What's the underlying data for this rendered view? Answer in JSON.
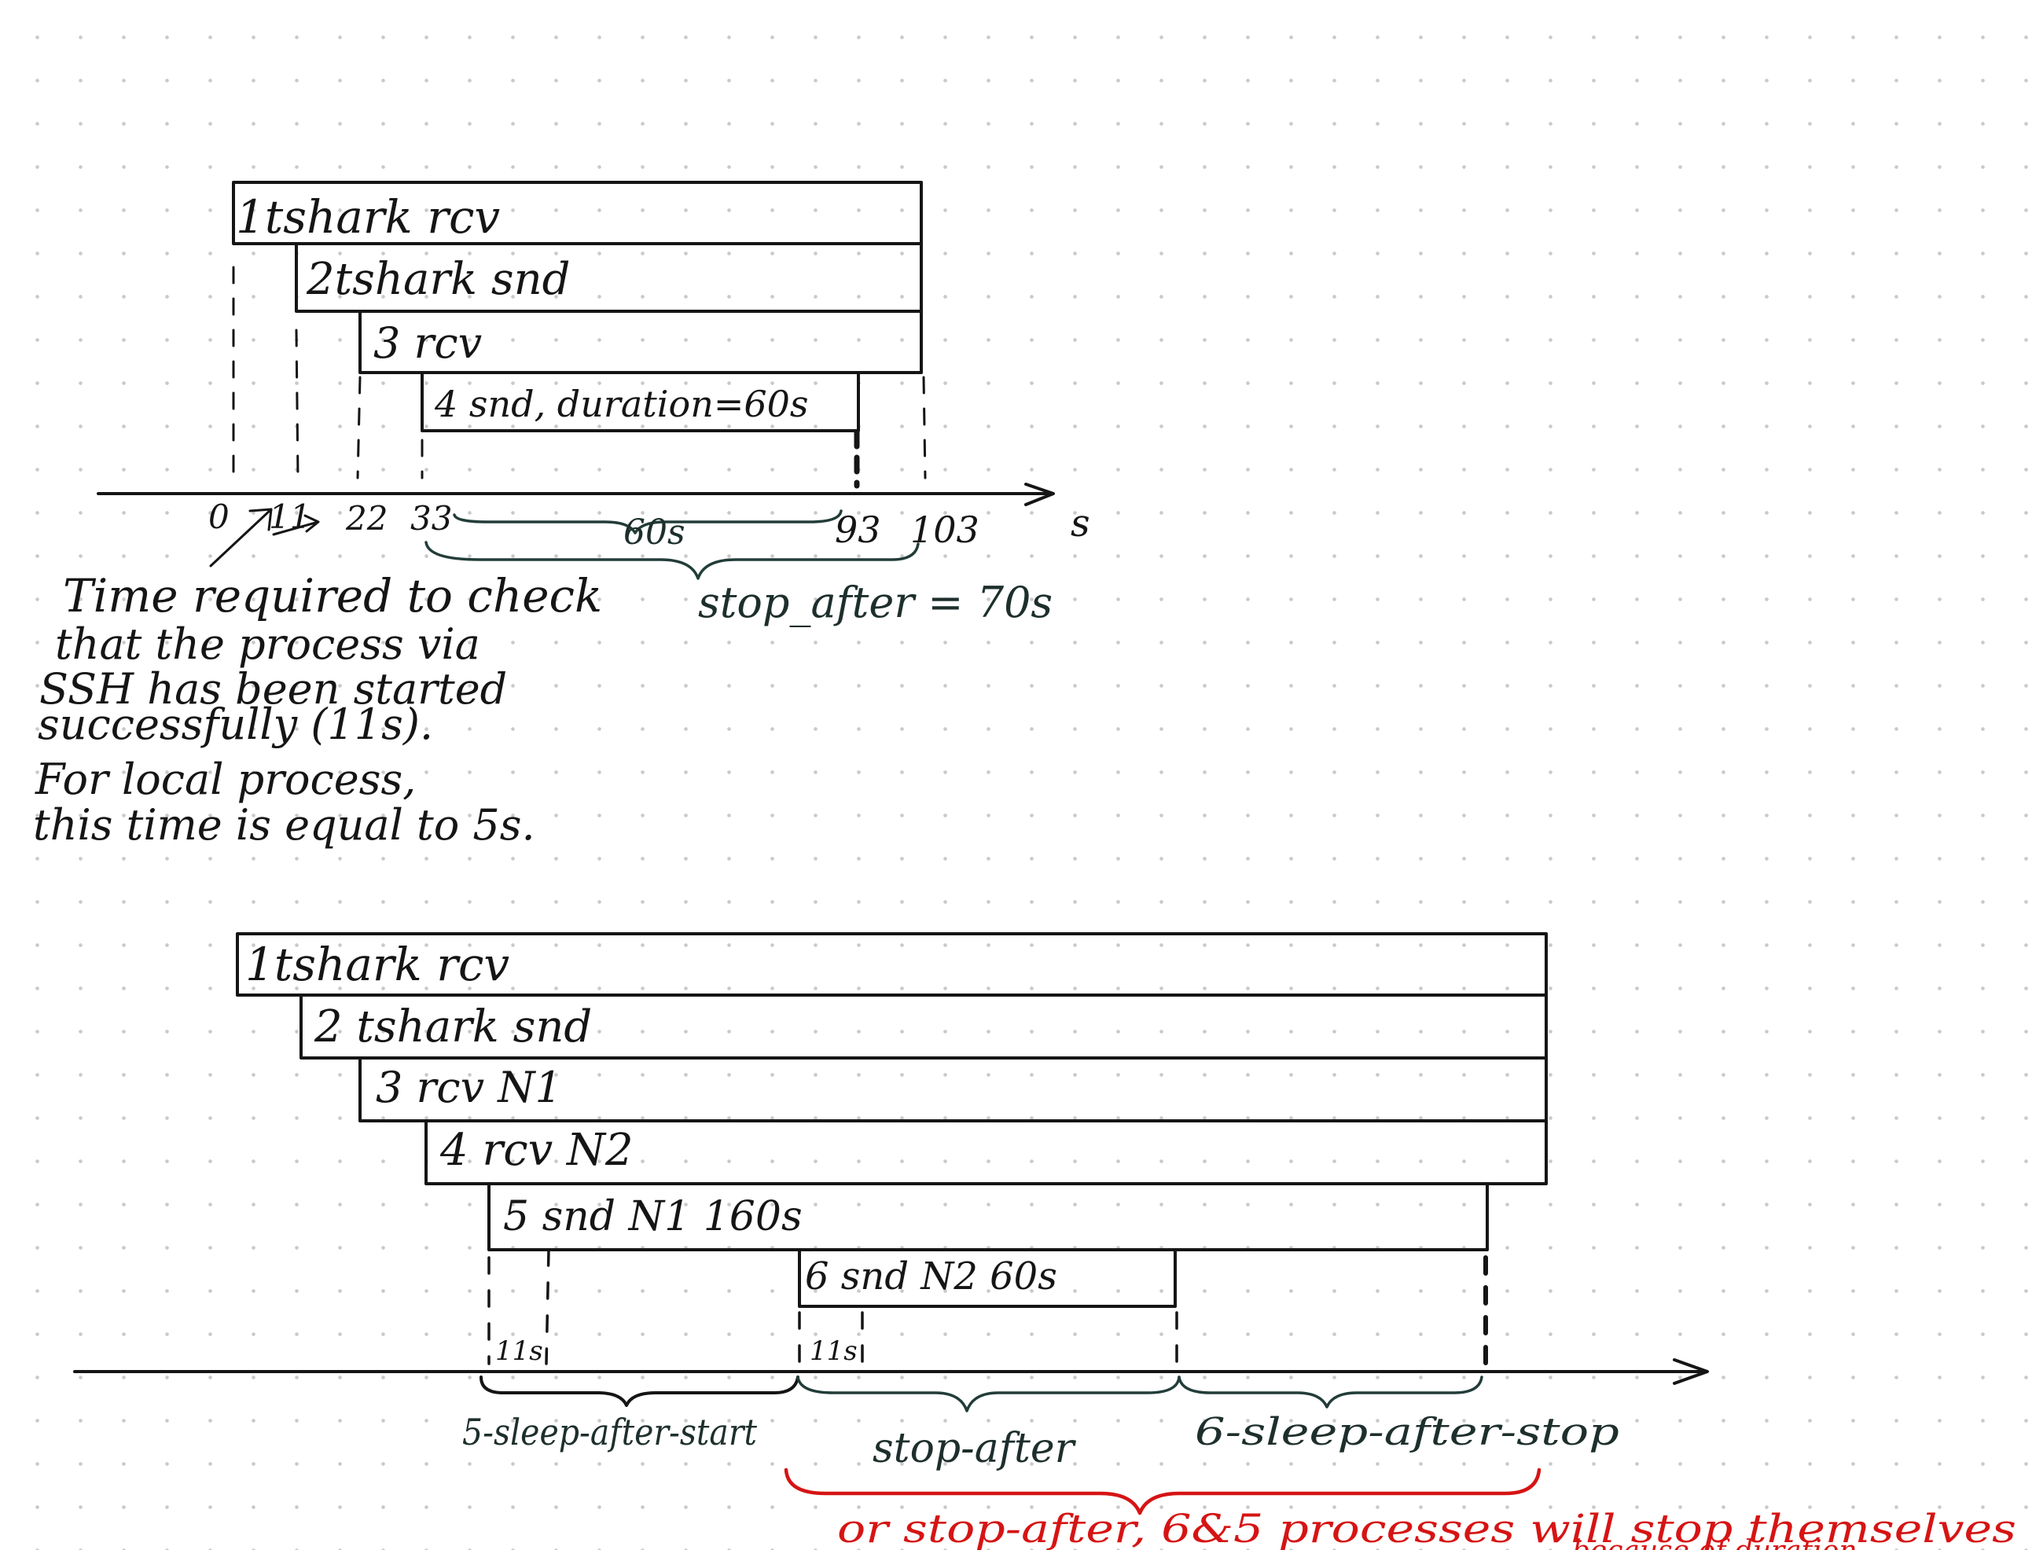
{
  "diagram1": {
    "bars": [
      {
        "label": "1tshark rcv"
      },
      {
        "label": "2tshark snd"
      },
      {
        "label": "3  rcv"
      },
      {
        "label": "4 snd, duration=60s"
      }
    ],
    "ticks": [
      "0",
      "11",
      "22",
      "33",
      "93",
      "103"
    ],
    "axis_unit": "s",
    "brace_inner_label": "60s",
    "brace_outer_label": "stop_after = 70s",
    "note_lines": [
      "Time required to check",
      "that the process via",
      "SSH has been started",
      "successfully (11s).",
      "For local process,",
      "this time is equal to 5s."
    ]
  },
  "diagram2": {
    "bars": [
      {
        "label": "1tshark  rcv"
      },
      {
        "label": "2 tshark snd"
      },
      {
        "label": "3     rcv N1"
      },
      {
        "label": "4 rcv N2"
      },
      {
        "label": "5 snd N1    160s"
      },
      {
        "label": "6 snd N2    60s"
      }
    ],
    "gap_labels": [
      "11s",
      "11s"
    ],
    "brace_labels": {
      "sleep_after_start": "5-sleep-after-start",
      "stop_after": "stop-after",
      "sleep_after_stop": "6-sleep-after-stop"
    },
    "red_note_lines": [
      "or       stop-after, 6&5 processes will stop themselves",
      "because of duration"
    ]
  }
}
